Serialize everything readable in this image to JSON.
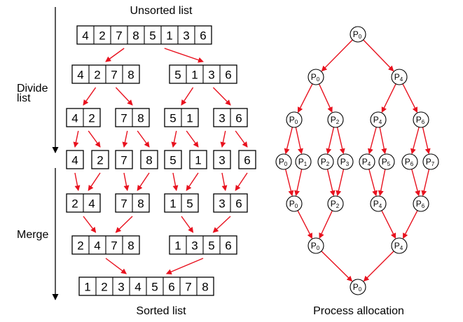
{
  "labels": {
    "top": "Unsorted list",
    "bottom": "Sorted list",
    "divide_line1": "Divide",
    "divide_line2": "list",
    "merge": "Merge",
    "right_caption": "Process allocation"
  },
  "rows": [
    [
      [
        "4",
        "2",
        "7",
        "8",
        "5",
        "1",
        "3",
        "6"
      ]
    ],
    [
      [
        "4",
        "2",
        "7",
        "8"
      ],
      [
        "5",
        "1",
        "3",
        "6"
      ]
    ],
    [
      [
        "4",
        "2"
      ],
      [
        "7",
        "8"
      ],
      [
        "5",
        "1"
      ],
      [
        "3",
        "6"
      ]
    ],
    [
      [
        "4"
      ],
      [
        "2"
      ],
      [
        "7"
      ],
      [
        "8"
      ],
      [
        "5"
      ],
      [
        "1"
      ],
      [
        "3"
      ],
      [
        "6"
      ]
    ],
    [
      [
        "2",
        "4"
      ],
      [
        "7",
        "8"
      ],
      [
        "1",
        "5"
      ],
      [
        "3",
        "6"
      ]
    ],
    [
      [
        "2",
        "4",
        "7",
        "8"
      ],
      [
        "1",
        "3",
        "5",
        "6"
      ]
    ],
    [
      [
        "1",
        "2",
        "3",
        "4",
        "5",
        "6",
        "7",
        "8"
      ]
    ]
  ],
  "process_tree": [
    [
      "0"
    ],
    [
      "0",
      "4"
    ],
    [
      "0",
      "2",
      "4",
      "6"
    ],
    [
      "0",
      "1",
      "2",
      "3",
      "4",
      "5",
      "6",
      "7"
    ],
    [
      "0",
      "2",
      "4",
      "6"
    ],
    [
      "0",
      "4"
    ],
    [
      "0"
    ]
  ],
  "node_prefix": "P",
  "colors": {
    "arrow": "#e8111e",
    "line": "#000000"
  }
}
